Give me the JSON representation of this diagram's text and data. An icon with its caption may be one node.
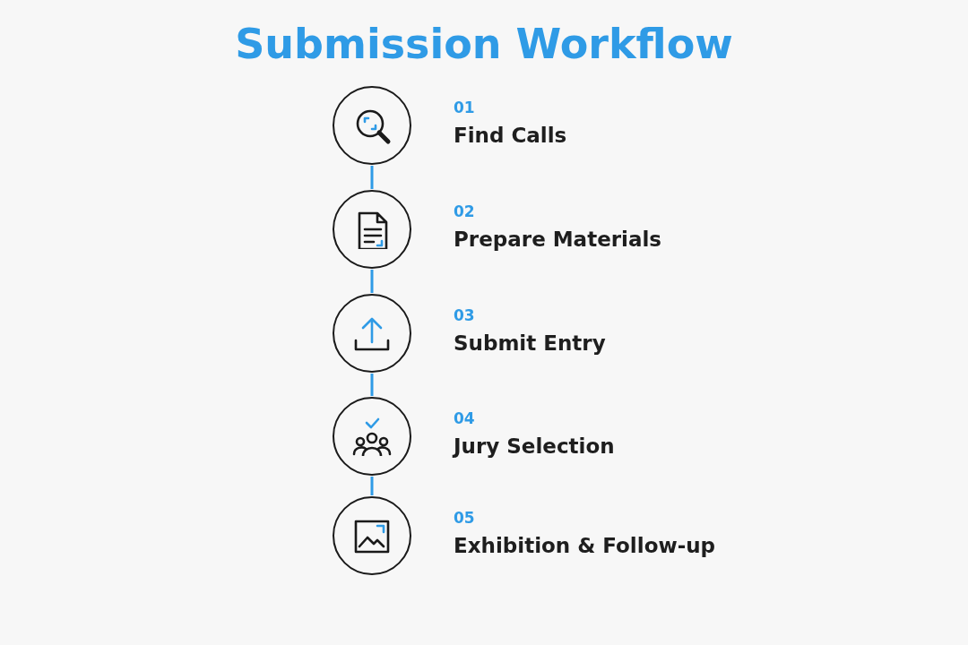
{
  "diagram": {
    "title": "Submission Workflow",
    "nodes": [
      {
        "text": [],
        "shape": "circle",
        "beside": [
          "01",
          "Find Calls"
        ]
      },
      {
        "text": [],
        "shape": "circle",
        "beside": [
          "02",
          "Prepare Materials"
        ]
      },
      {
        "text": [],
        "shape": "circle",
        "beside": [
          "03",
          "Submit Entry"
        ]
      },
      {
        "text": [],
        "shape": "circle",
        "beside": [
          "04",
          "Jury Selection"
        ]
      },
      {
        "text": [],
        "shape": "circle",
        "beside": [
          "05",
          "Exhibition & Follow-up"
        ]
      }
    ],
    "edges": [
      {
        "from": 0,
        "to": 1,
        "arrow": "none"
      },
      {
        "from": 1,
        "to": 2,
        "arrow": "none"
      },
      {
        "from": 2,
        "to": 3,
        "arrow": "none"
      },
      {
        "from": 3,
        "to": 4,
        "arrow": "none"
      }
    ]
  }
}
